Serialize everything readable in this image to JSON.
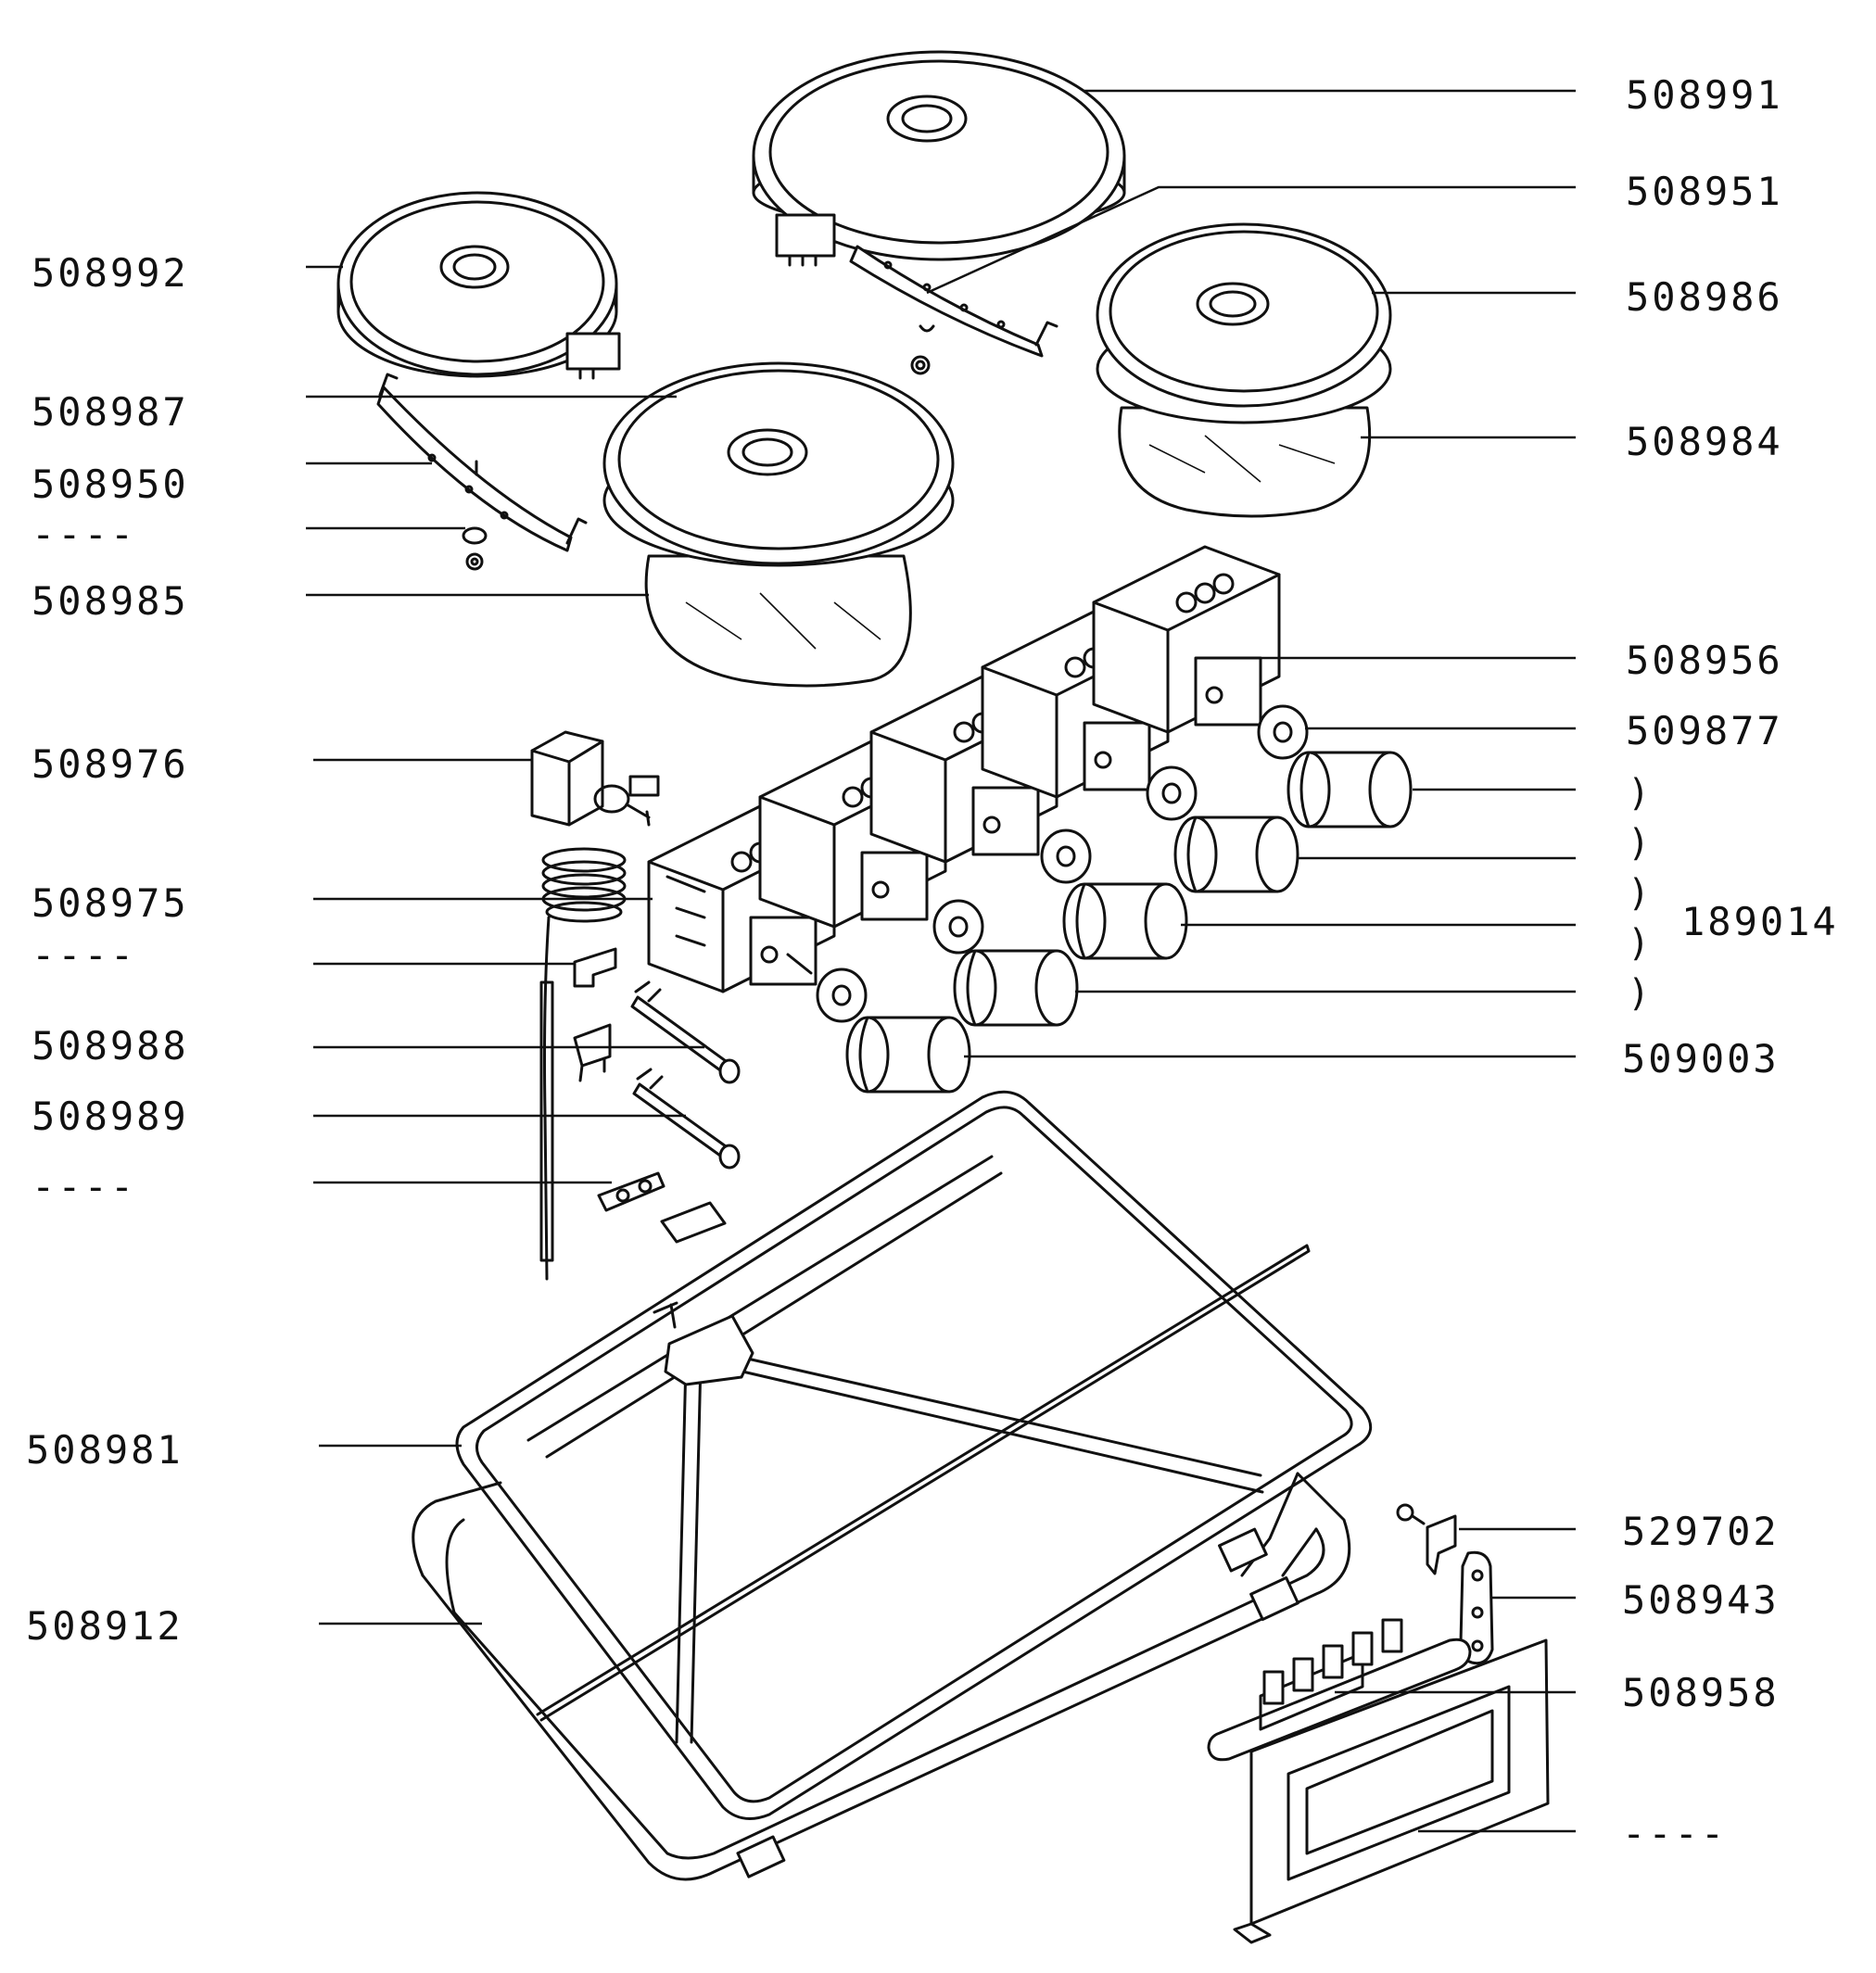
{
  "labels": {
    "l508991": "508991",
    "l508951": "508951",
    "l508992": "508992",
    "l508986": "508986",
    "l508987": "508987",
    "l508984": "508984",
    "l508950": "508950",
    "dash1": "----",
    "l508985": "508985",
    "l508956": "508956",
    "l509877": "509877",
    "l508976": "508976",
    "l189014": "189014",
    "l508975": "508975",
    "dash2": "----",
    "l508988": "508988",
    "l509003": "509003",
    "l508989": "508989",
    "dash3": "----",
    "l508981": "508981",
    "l529702": "529702",
    "l508943": "508943",
    "l508912": "508912",
    "l508958": "508958",
    "dash4": "----"
  },
  "bracket": ")"
}
